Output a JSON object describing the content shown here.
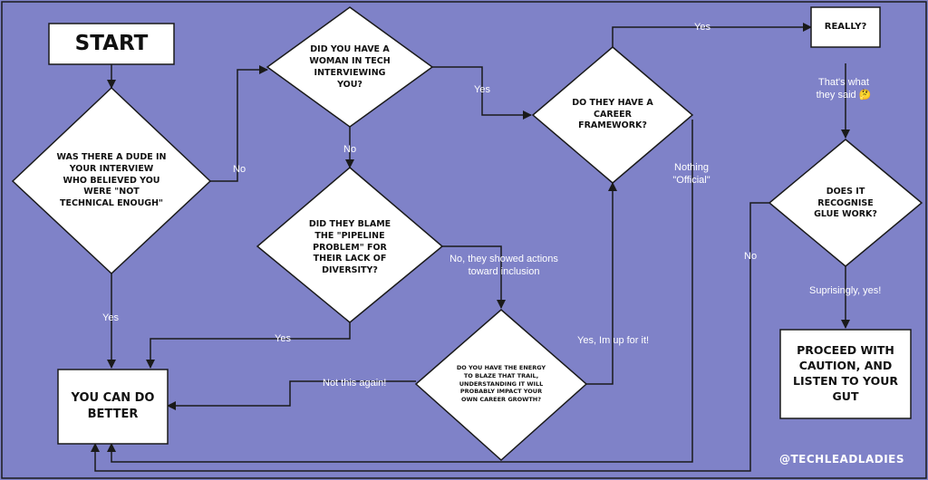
{
  "nodes": {
    "start": "START",
    "dude_question": "Was there a dude in your interview who believed you were \"not technical enough\"",
    "woman_question": "Did you have a woman in tech interviewing you?",
    "framework_question": "Do they have a career framework?",
    "really_question": "really?",
    "pipeline_question": "Did they blame the \"pipeline problem\" for their lack of diversity?",
    "energy_question": "Do you have the energy to blaze that trail, understanding it will probably impact your own career growth?",
    "glue_question": "Does it recognise glue work?",
    "can_do_better": "You can do better",
    "proceed": "Proceed with caution, and listen to your gut"
  },
  "edges": {
    "dude_no": "No",
    "dude_yes": "Yes",
    "woman_yes": "Yes",
    "woman_no": "No",
    "framework_yes": "Yes",
    "framework_nothing": "Nothing \"Official\"",
    "really_answer": "That's what they said 🤔",
    "pipeline_no": "No, they showed actions toward inclusion",
    "pipeline_yes": "Yes",
    "energy_yes": "Yes, Im up for it!",
    "energy_no": "Not this again!",
    "glue_no": "No",
    "glue_yes": "Suprisingly, yes!"
  },
  "footer": "@TECHLEADLADIES",
  "colors": {
    "background": "#7f82c8",
    "node_fill": "#ffffff",
    "line": "#1a1a1a",
    "label_text": "#ffffff"
  }
}
